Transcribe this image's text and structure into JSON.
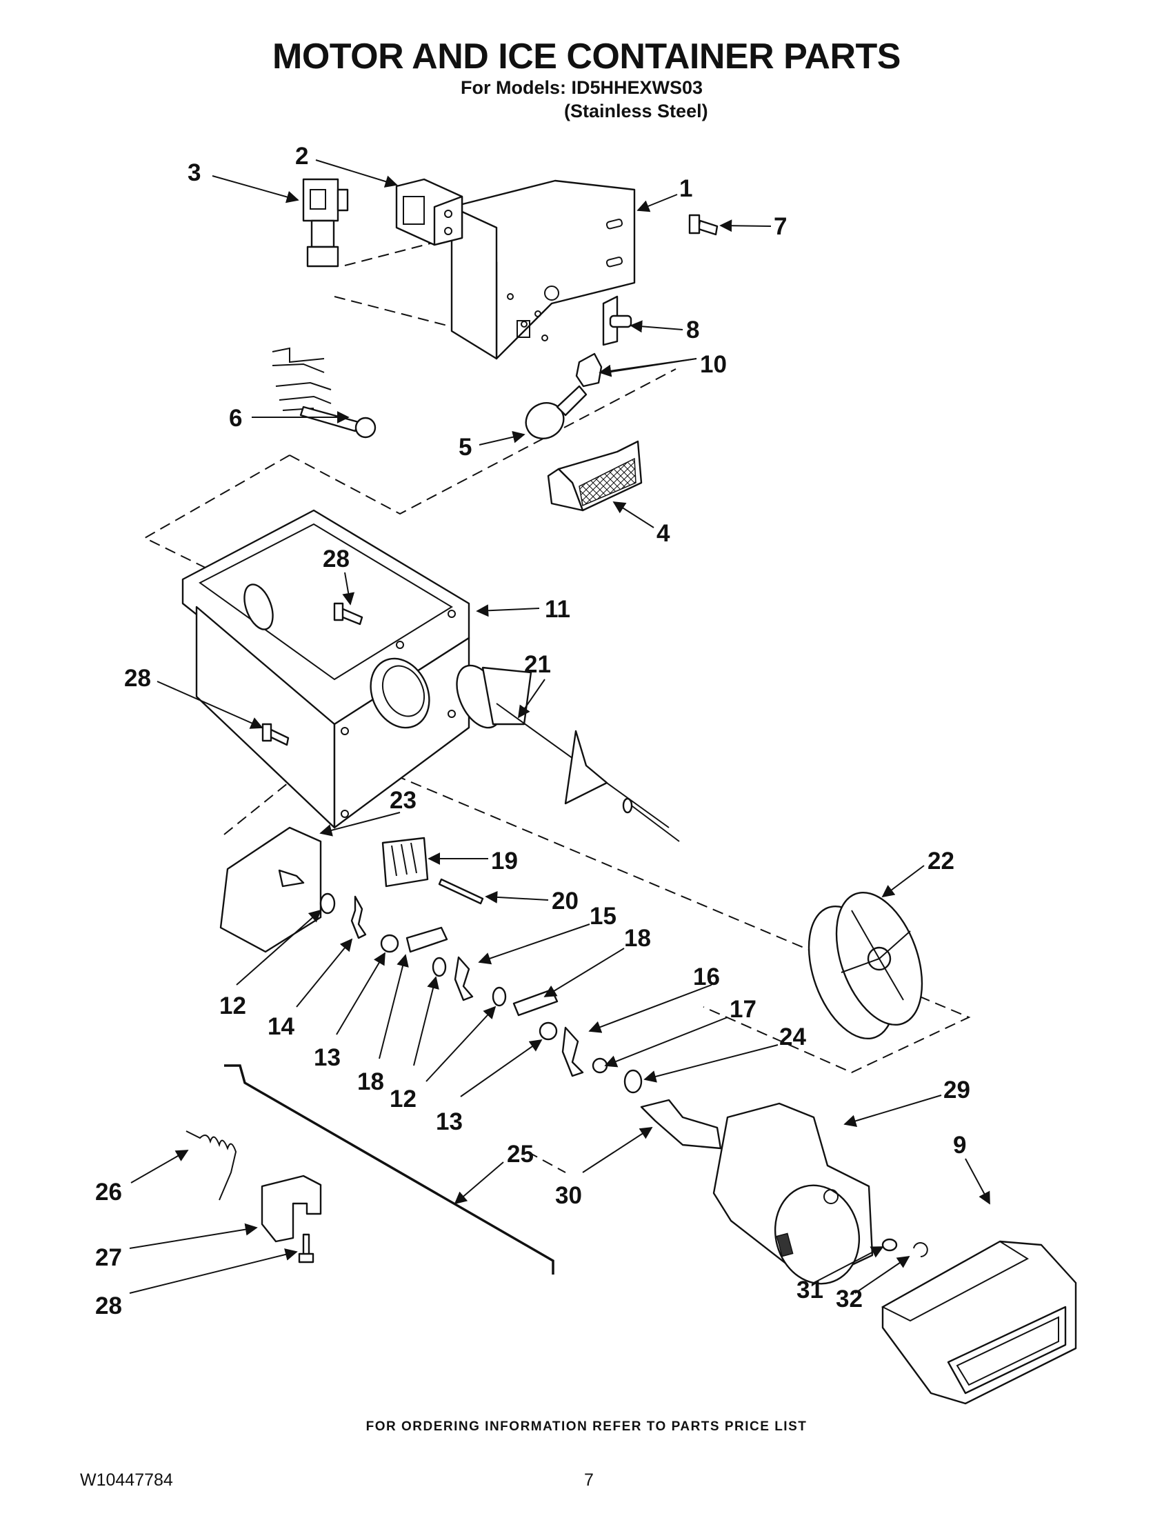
{
  "header": {
    "title": "MOTOR AND ICE CONTAINER PARTS",
    "models_line": "For Models: ID5HHEXWS03",
    "variant_line": "(Stainless Steel)"
  },
  "callouts": [
    {
      "id": "c1",
      "label": "1"
    },
    {
      "id": "c2",
      "label": "2"
    },
    {
      "id": "c3",
      "label": "3"
    },
    {
      "id": "c4",
      "label": "4"
    },
    {
      "id": "c5",
      "label": "5"
    },
    {
      "id": "c6",
      "label": "6"
    },
    {
      "id": "c7",
      "label": "7"
    },
    {
      "id": "c8",
      "label": "8"
    },
    {
      "id": "c9",
      "label": "9"
    },
    {
      "id": "c10",
      "label": "10"
    },
    {
      "id": "c11",
      "label": "11"
    },
    {
      "id": "c12a",
      "label": "12"
    },
    {
      "id": "c12b",
      "label": "12"
    },
    {
      "id": "c12c",
      "label": "12"
    },
    {
      "id": "c13a",
      "label": "13"
    },
    {
      "id": "c13b",
      "label": "13"
    },
    {
      "id": "c14",
      "label": "14"
    },
    {
      "id": "c15",
      "label": "15"
    },
    {
      "id": "c16",
      "label": "16"
    },
    {
      "id": "c17",
      "label": "17"
    },
    {
      "id": "c18a",
      "label": "18"
    },
    {
      "id": "c18b",
      "label": "18"
    },
    {
      "id": "c19",
      "label": "19"
    },
    {
      "id": "c20",
      "label": "20"
    },
    {
      "id": "c21",
      "label": "21"
    },
    {
      "id": "c22",
      "label": "22"
    },
    {
      "id": "c23",
      "label": "23"
    },
    {
      "id": "c24",
      "label": "24"
    },
    {
      "id": "c25",
      "label": "25"
    },
    {
      "id": "c26",
      "label": "26"
    },
    {
      "id": "c27",
      "label": "27"
    },
    {
      "id": "c28a",
      "label": "28"
    },
    {
      "id": "c28b",
      "label": "28"
    },
    {
      "id": "c28c",
      "label": "28"
    },
    {
      "id": "c29",
      "label": "29"
    },
    {
      "id": "c30",
      "label": "30"
    },
    {
      "id": "c31",
      "label": "31"
    },
    {
      "id": "c32",
      "label": "32"
    }
  ],
  "footer": {
    "ordering_note": "FOR ORDERING INFORMATION REFER TO PARTS PRICE LIST",
    "document_number": "W10447784",
    "page_number": "7"
  }
}
